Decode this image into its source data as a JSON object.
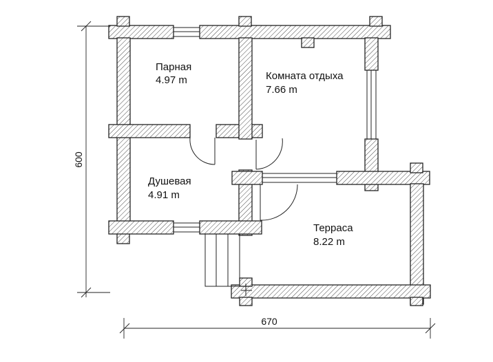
{
  "rooms": [
    {
      "name": "Парная",
      "area": "4.97 m"
    },
    {
      "name": "Комната отдыха",
      "area": "7.66 m"
    },
    {
      "name": "Душевая",
      "area": "4.91 m"
    },
    {
      "name": "Терраса",
      "area": "8.22 m"
    }
  ],
  "dimensions": {
    "width": "670",
    "height": "600"
  },
  "colors": {
    "line": "#222222",
    "background": "#ffffff"
  }
}
